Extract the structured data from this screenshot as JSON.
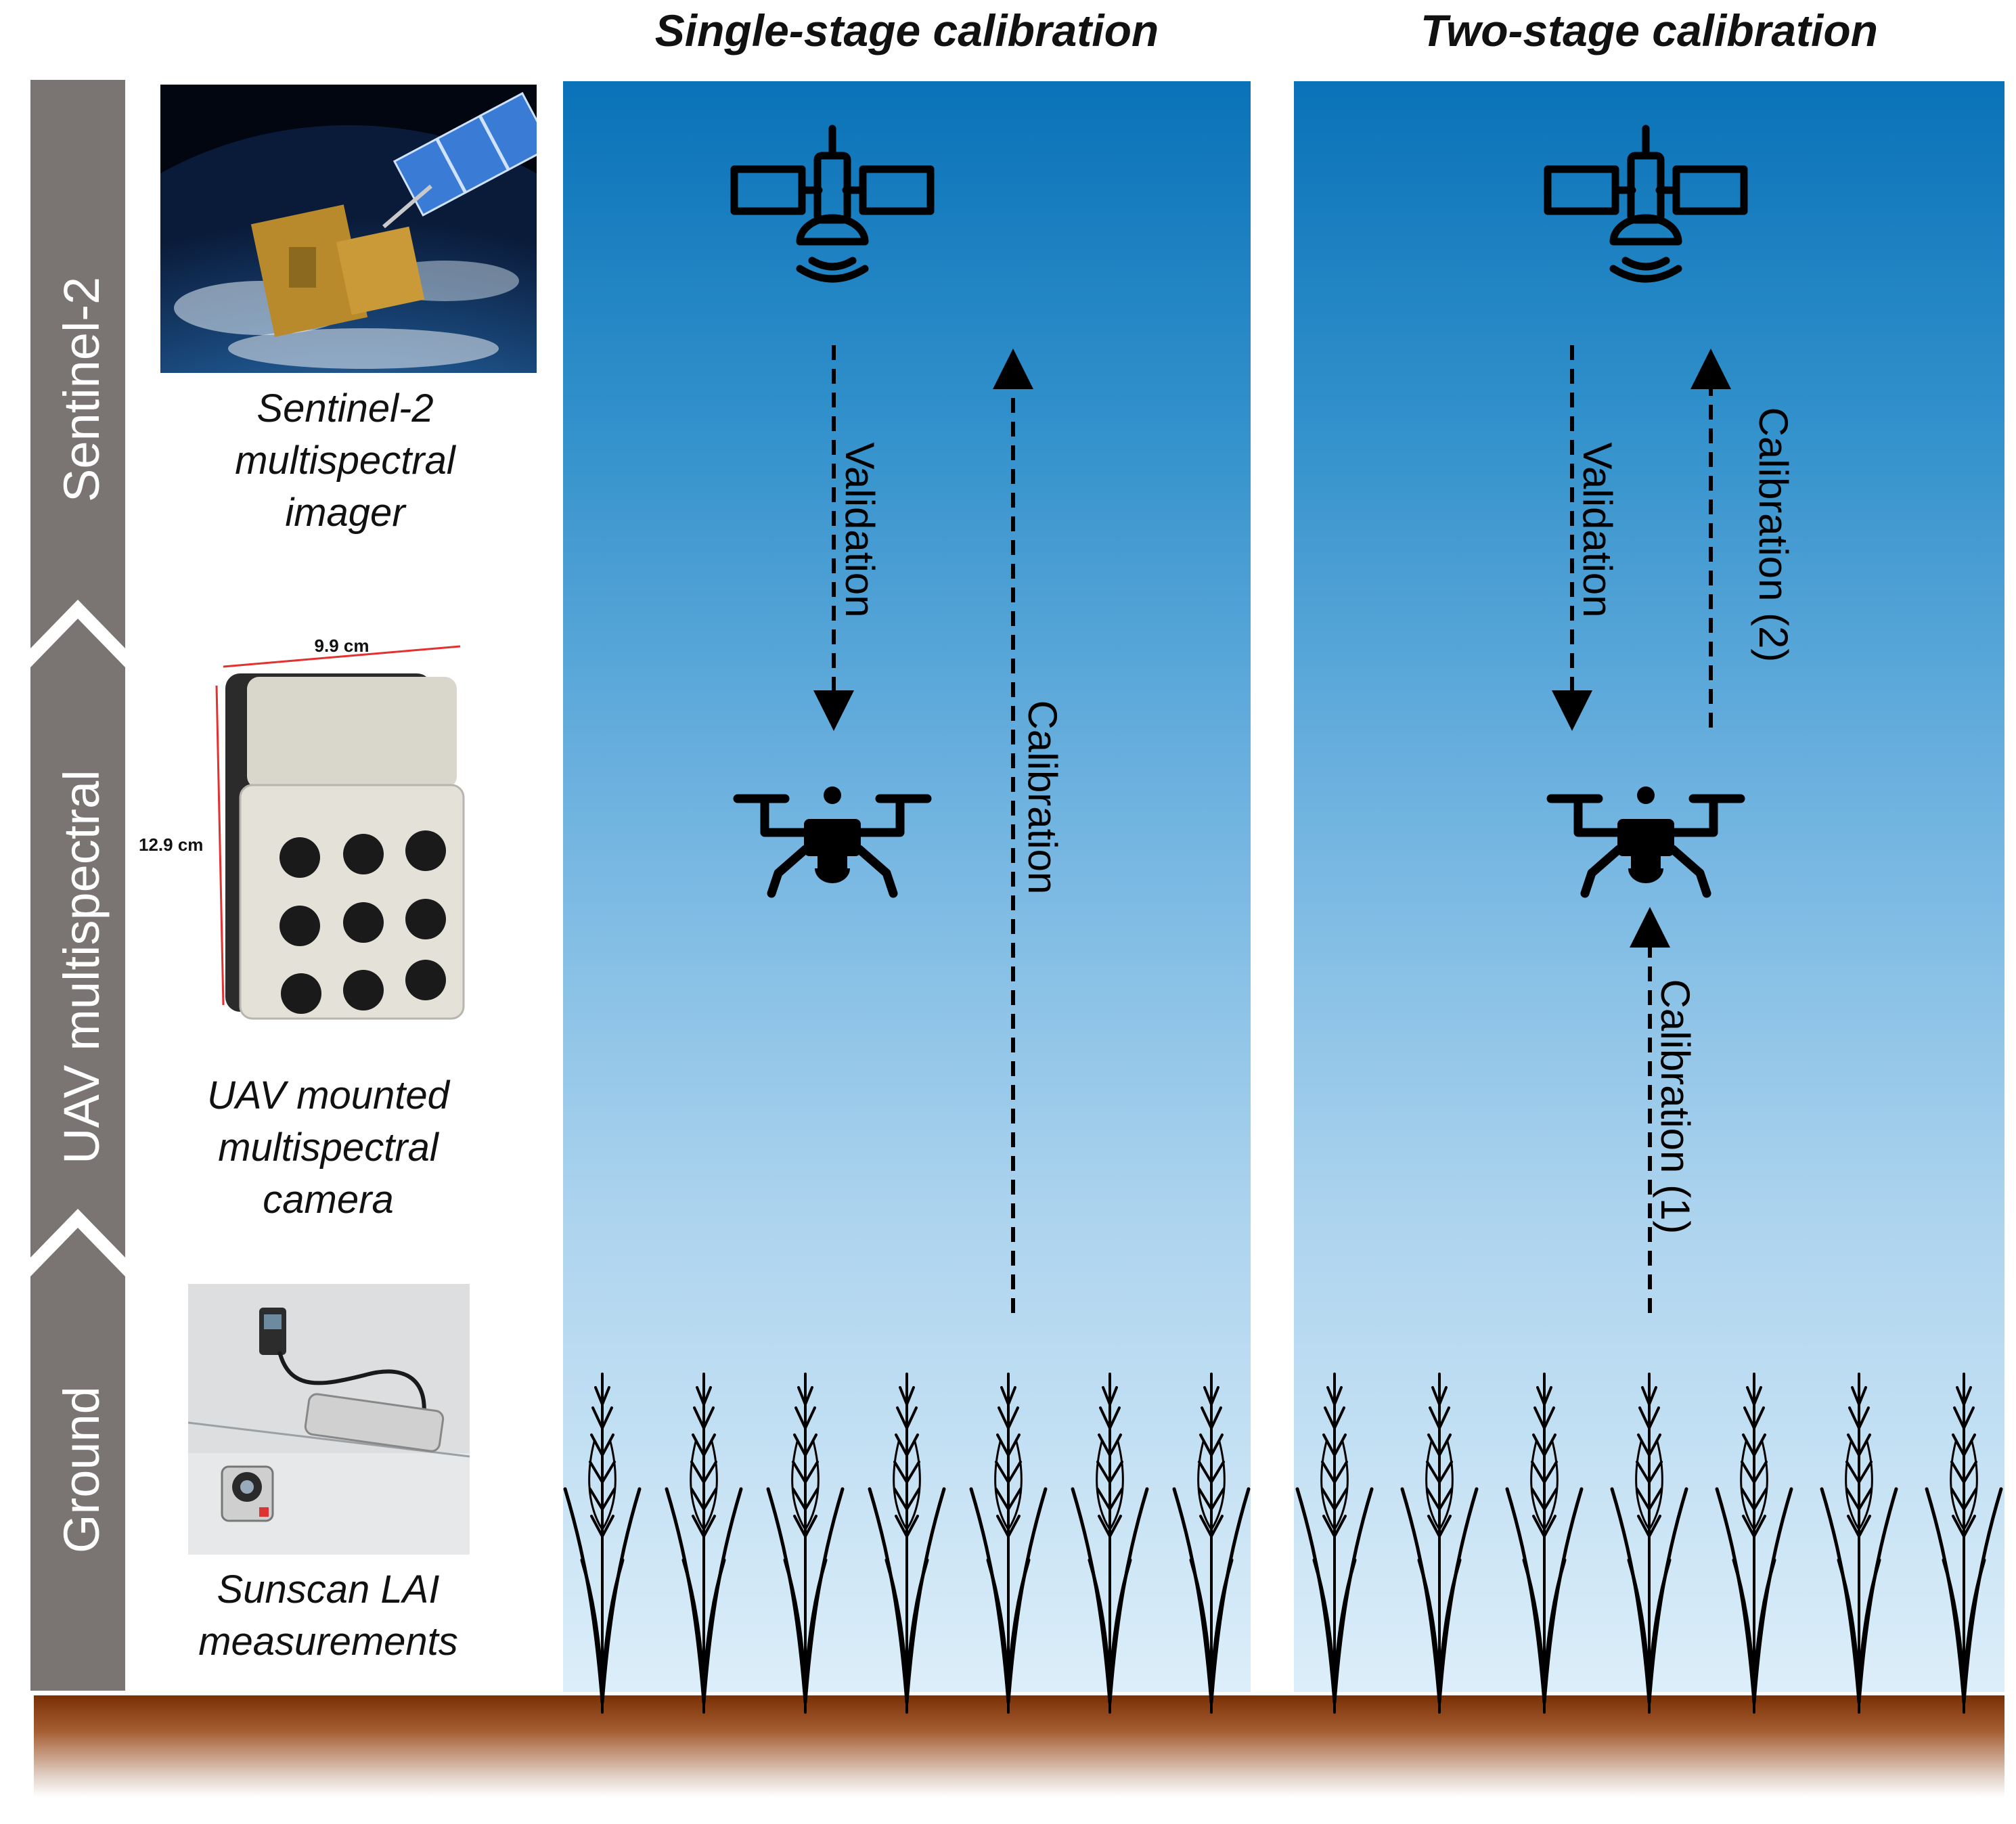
{
  "titles": {
    "single": "Single-stage calibration",
    "two": "Two-stage calibration"
  },
  "stages": {
    "sentinel": "Sentinel-2",
    "uav": "UAV multispectral",
    "ground": "Ground"
  },
  "captions": {
    "sentinel": [
      "Sentinel-2",
      "multispectral",
      "imager"
    ],
    "uav": [
      "UAV mounted",
      "multispectral",
      "camera"
    ],
    "ground": [
      "Sunscan LAI",
      "measurements"
    ]
  },
  "camera": {
    "width_label": "9.9 cm",
    "height_label": "12.9 cm"
  },
  "arrows": {
    "single": {
      "validation": "Validation",
      "calibration": "Calibration"
    },
    "two": {
      "validation": "Validation",
      "calibration_2": "Calibration (2)",
      "calibration_1": "Calibration (1)"
    }
  },
  "colors": {
    "stage_bar": "#7a7573",
    "sky_top": "#0a72b8",
    "sky_bottom": "#dceef9",
    "soil": "#8a3a0a"
  },
  "icons": [
    "satellite-icon",
    "drone-icon",
    "wheat-plant-icon",
    "earth-satellite-image",
    "multispectral-camera-image",
    "sunscan-device-image"
  ]
}
